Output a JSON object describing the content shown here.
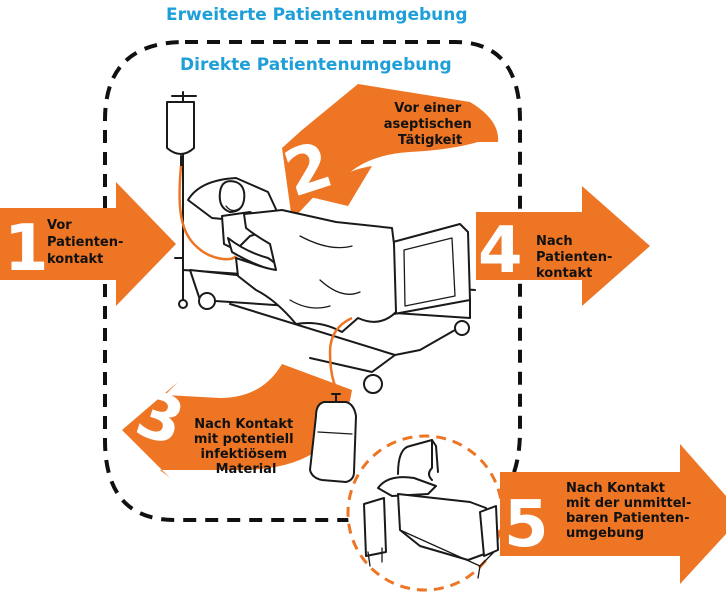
{
  "titles": {
    "outer": "Erweiterte Patientenumgebung",
    "inner": "Direkte Patientenumgebung"
  },
  "steps": [
    {
      "number": "1",
      "lines": [
        "Vor",
        "Patienten-",
        "kontakt"
      ]
    },
    {
      "number": "2",
      "lines": [
        "Vor einer",
        "aseptischen",
        "Tätigkeit"
      ]
    },
    {
      "number": "3",
      "lines": [
        "Nach Kontakt",
        "mit potentiell",
        "infektiösem",
        "Material"
      ]
    },
    {
      "number": "4",
      "lines": [
        "Nach",
        "Patienten-",
        "kontakt"
      ]
    },
    {
      "number": "5",
      "lines": [
        "Nach Kontakt",
        "mit der unmittel-",
        "baren Patienten-",
        "umgebung"
      ]
    }
  ],
  "colors": {
    "accent": "#ED7524",
    "title": "#1E9FD8",
    "zone_inner": "#111111",
    "zone_outer": "#ED7524",
    "tube": "#ED7524"
  },
  "icons": [
    "hospital-bed-icon",
    "patient-icon",
    "iv-pole-icon",
    "urine-bag-icon",
    "bedside-table-icon"
  ]
}
